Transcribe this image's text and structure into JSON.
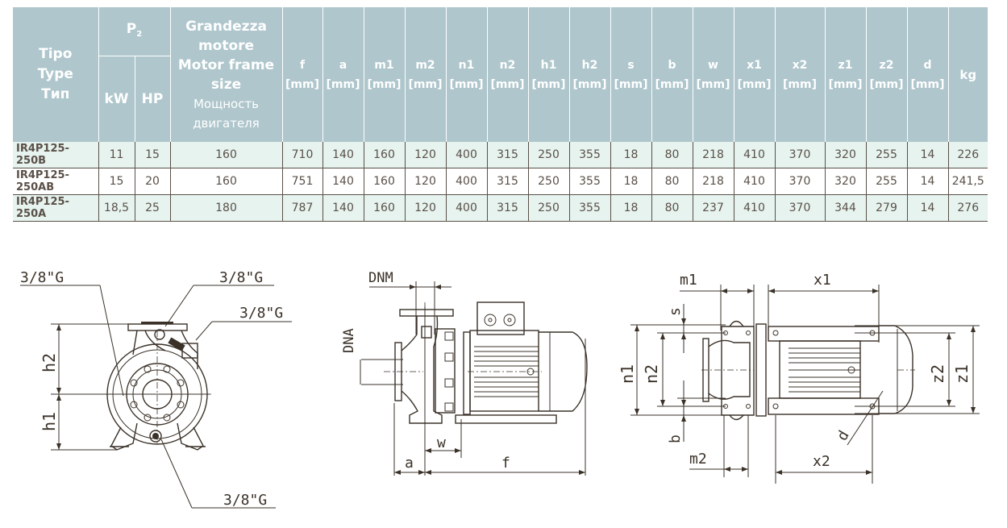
{
  "table": {
    "header": {
      "type": [
        "Tipo",
        "Type",
        "Тип"
      ],
      "p2": "P",
      "p2_sub": "2",
      "kw": "kW",
      "hp": "HP",
      "frame": [
        "Grandezza",
        "motore",
        "Motor frame",
        "size",
        "Мощность",
        "двигателя"
      ],
      "unit": "[mm]",
      "dims": [
        "f",
        "a",
        "m1",
        "m2",
        "n1",
        "n2",
        "h1",
        "h2",
        "s",
        "b",
        "w",
        "x1",
        "x2",
        "z1",
        "z2",
        "d"
      ],
      "kg": "kg"
    },
    "rows": [
      {
        "type": "IR4P125-250B",
        "kw": "11",
        "hp": "15",
        "frame": "160",
        "dims": [
          "710",
          "140",
          "160",
          "120",
          "400",
          "315",
          "250",
          "355",
          "18",
          "80",
          "218",
          "410",
          "370",
          "320",
          "255",
          "14"
        ],
        "kg": "226"
      },
      {
        "type": "IR4P125-250AB",
        "kw": "15",
        "hp": "20",
        "frame": "160",
        "dims": [
          "751",
          "140",
          "160",
          "120",
          "400",
          "315",
          "250",
          "355",
          "18",
          "80",
          "218",
          "410",
          "370",
          "320",
          "255",
          "14"
        ],
        "kg": "241,5"
      },
      {
        "type": "IR4P125-250A",
        "kw": "18,5",
        "hp": "25",
        "frame": "180",
        "dims": [
          "787",
          "140",
          "160",
          "120",
          "400",
          "315",
          "250",
          "355",
          "18",
          "80",
          "237",
          "410",
          "370",
          "344",
          "279",
          "14"
        ],
        "kg": "276"
      }
    ]
  },
  "drawings": {
    "front": {
      "labels": {
        "top_left": "3/8\"G",
        "top_right": "3/8\"G",
        "right": "3/8\"G",
        "bottom": "3/8\"G",
        "h2": "h2",
        "h1": "h1"
      }
    },
    "side": {
      "labels": {
        "dnm": "DNM",
        "dna": "DNA",
        "w": "w",
        "a": "a",
        "f": "f"
      }
    },
    "top": {
      "labels": {
        "m1": "m1",
        "x1": "x1",
        "s": "s",
        "n1": "n1",
        "n2": "n2",
        "b": "b",
        "m2": "m2",
        "x2": "x2",
        "z1": "z1",
        "z2": "z2",
        "d": "d"
      }
    }
  },
  "colors": {
    "header_bg": "#aec6cc",
    "row_alt_bg": "#e6f3ef",
    "text": "#5a5048",
    "drawing": "#3a3128"
  }
}
